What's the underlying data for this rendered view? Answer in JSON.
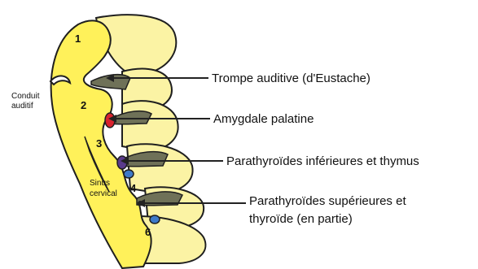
{
  "arch_numbers": [
    "1",
    "2",
    "3",
    "4",
    "6"
  ],
  "side_labels": {
    "external_canal": [
      "Conduit",
      "auditif"
    ],
    "cervical_sinus": [
      "Sinus",
      "cervical"
    ]
  },
  "callouts": [
    {
      "lines": [
        "Trompe auditive (d'Eustache)"
      ]
    },
    {
      "lines": [
        "Amygdale palatine"
      ]
    },
    {
      "lines": [
        "Parathyroïdes inférieures et thymus"
      ]
    },
    {
      "lines": [
        "Parathyroïdes supérieures et",
        "thyroïde (en partie)"
      ]
    }
  ],
  "colors": {
    "arch_yellow": "#fff15a",
    "arch_light": "#fbf3a4",
    "outline": "#1f1f1f",
    "pouch_gray": "#6f7158",
    "tonsil_red": "#d9232e",
    "thymus_purple": "#5a3a8c",
    "parathyroid_blue": "#3d79c9"
  }
}
